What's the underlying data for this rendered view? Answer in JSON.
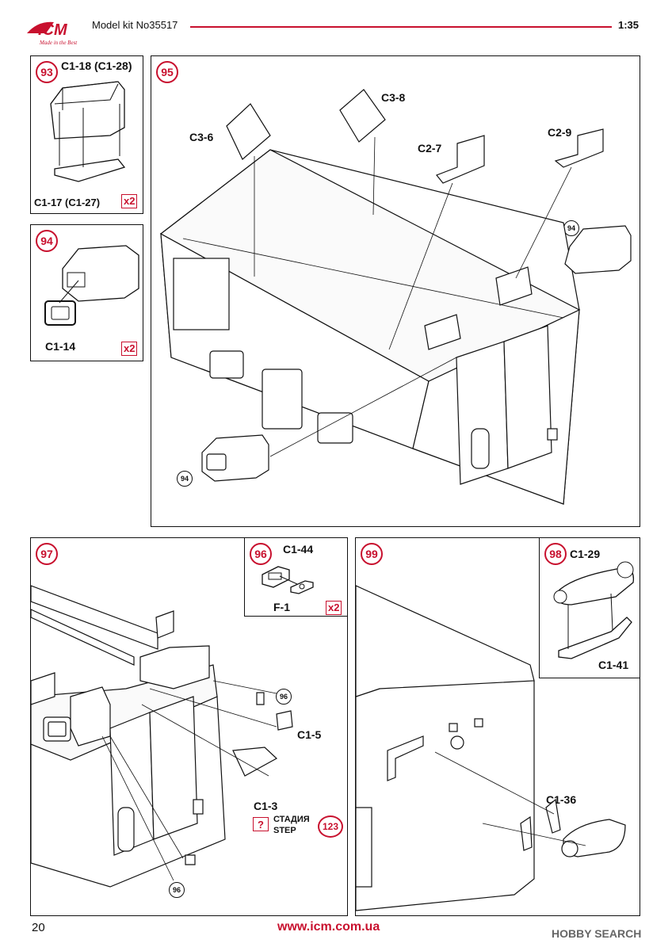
{
  "header": {
    "logo_text": "ICM",
    "logo_tagline": "Made in the Best",
    "title": "Model kit No35517",
    "scale": "1:35"
  },
  "panels": {
    "p93": {
      "step": "93",
      "top_label": "C1-18 (C1-28)",
      "bottom_label": "C1-17 (C1-27)",
      "mult": "x2"
    },
    "p94": {
      "step": "94",
      "label": "C1-14",
      "mult": "x2"
    },
    "p95": {
      "step": "95",
      "parts": [
        "C3-6",
        "C3-8",
        "C2-7",
        "C2-9"
      ],
      "ref": "94"
    },
    "p97": {
      "step": "97",
      "ref": "96",
      "parts": [
        "C1-5",
        "C1-3"
      ],
      "stage_ru": "СТАДИЯ",
      "stage_en": "STEP",
      "stage_q": "?",
      "stage_ref": "123"
    },
    "p96": {
      "step": "96",
      "part_a": "C1-44",
      "part_b": "F-1",
      "mult": "x2"
    },
    "p99": {
      "step": "99",
      "part": "C1-36"
    },
    "p98": {
      "step": "98",
      "part_a": "C1-29",
      "part_b": "C1-41"
    }
  },
  "footer": {
    "page": "20",
    "url": "www.icm.com.ua",
    "watermark": "HOBBY SEARCH"
  },
  "colors": {
    "accent": "#c8102e",
    "line": "#111111"
  }
}
